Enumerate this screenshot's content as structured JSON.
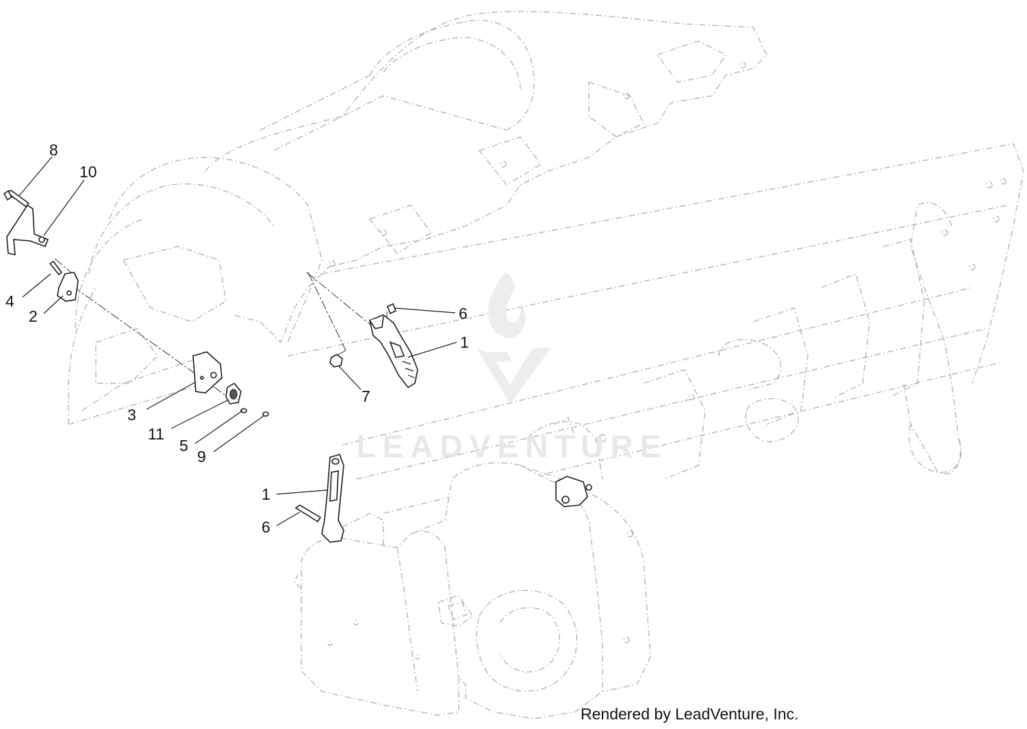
{
  "callouts": [
    {
      "id": "c8a",
      "label": "8"
    },
    {
      "id": "c10",
      "label": "10"
    },
    {
      "id": "c4",
      "label": "4"
    },
    {
      "id": "c2",
      "label": "2"
    },
    {
      "id": "c3",
      "label": "3"
    },
    {
      "id": "c11",
      "label": "11"
    },
    {
      "id": "c5",
      "label": "5"
    },
    {
      "id": "c9",
      "label": "9"
    },
    {
      "id": "c7",
      "label": "7"
    },
    {
      "id": "c6a",
      "label": "6"
    },
    {
      "id": "c1a",
      "label": "1"
    },
    {
      "id": "c1b",
      "label": "1"
    },
    {
      "id": "c6b",
      "label": "6"
    }
  ],
  "watermark": {
    "text": "LEADVENTURE"
  },
  "credit": {
    "text": "Rendered by LeadVenture, Inc."
  }
}
